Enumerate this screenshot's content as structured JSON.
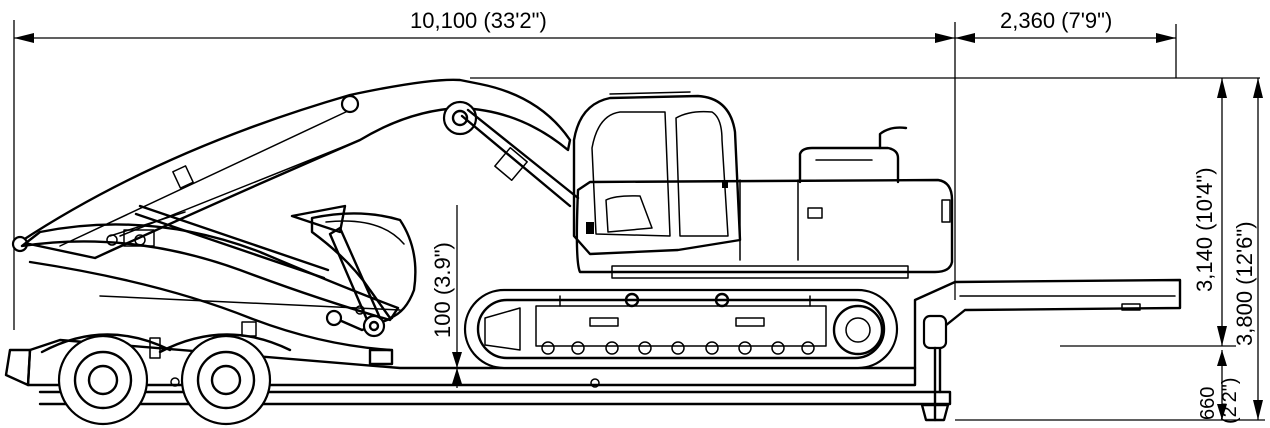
{
  "dimensions": {
    "overall_length": "10,100 (33ʹ2ʺ)",
    "overall_width": "2,360 (7ʹ9ʺ)",
    "machine_height": "3,140 (10ʹ4ʺ)",
    "transport_height": "3,800 (12ʹ6ʺ)",
    "ground_clearance": "100 (3.9ʺ)",
    "deck_height": "660",
    "deck_height_imperial": "(2ʹ2ʺ)"
  }
}
